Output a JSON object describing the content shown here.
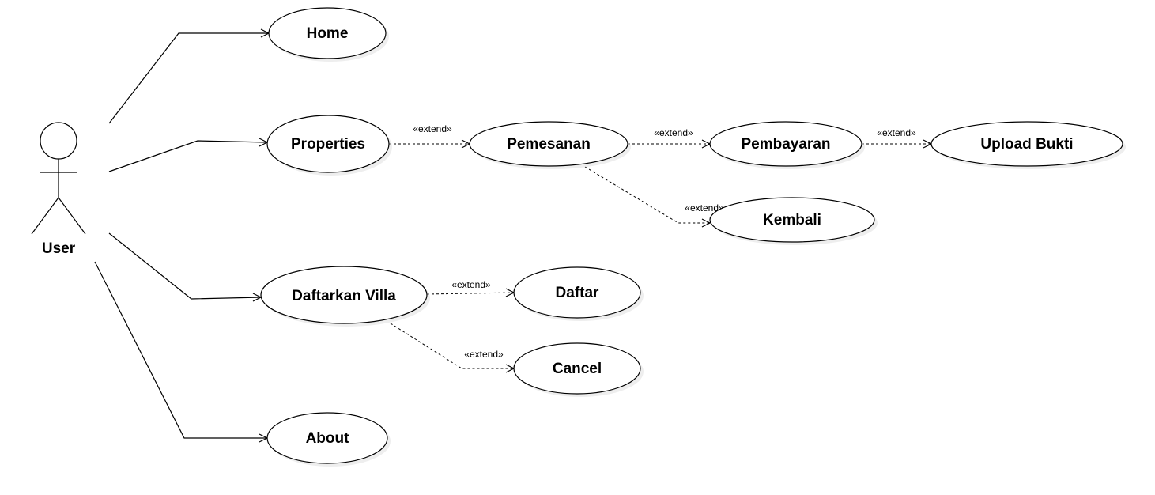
{
  "actor": {
    "label": "User"
  },
  "use_cases": {
    "home": "Home",
    "properties": "Properties",
    "pemesanan": "Pemesanan",
    "pembayaran": "Pembayaran",
    "upload_bukti": "Upload Bukti",
    "kembali": "Kembali",
    "daftarkan_villa": "Daftarkan Villa",
    "daftar": "Daftar",
    "cancel": "Cancel",
    "about": "About"
  },
  "relations": {
    "extend_label": "«extend»"
  },
  "colors": {
    "line": "#000000",
    "fill": "#ffffff",
    "shadow": "#d9d9d9"
  }
}
